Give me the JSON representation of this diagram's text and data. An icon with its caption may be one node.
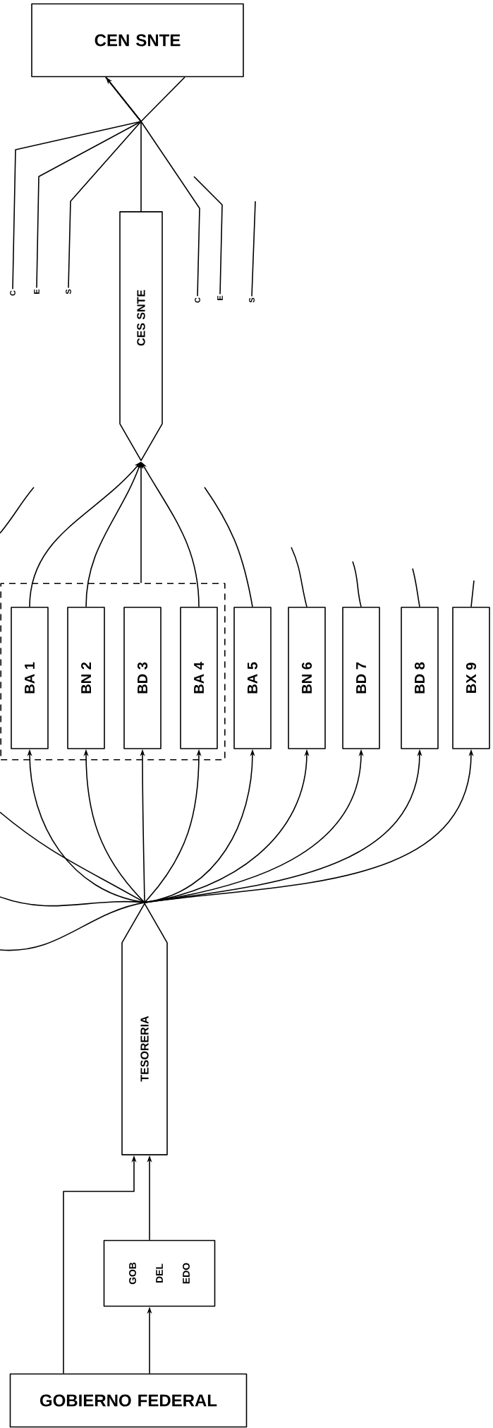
{
  "diagram": {
    "nodes": [
      {
        "text": [
          "CEN SNTE"
        ]
      },
      {
        "text": [
          "C"
        ]
      },
      {
        "text": [
          "E"
        ]
      },
      {
        "text": [
          "S"
        ]
      },
      {
        "text": [
          "C"
        ]
      },
      {
        "text": [
          "E"
        ]
      },
      {
        "text": [
          "S"
        ]
      },
      {
        "text": [
          "CES SNTE"
        ]
      },
      {
        "text": [],
        "shape": "box"
      },
      {
        "text": [
          "BA 1"
        ],
        "in": 8
      },
      {
        "text": [
          "BN 2"
        ],
        "in": 8
      },
      {
        "text": [
          "BD 3"
        ],
        "in": 8
      },
      {
        "text": [
          "BA 4"
        ],
        "in": 8
      },
      {
        "text": [
          "BA 5"
        ]
      },
      {
        "text": [
          "BN 6"
        ]
      },
      {
        "text": [
          "BD 7"
        ]
      },
      {
        "text": [
          "BD 8"
        ]
      },
      {
        "text": [
          "BX 9"
        ]
      },
      {
        "text": [
          "TESORERIA"
        ]
      },
      {
        "text": [
          "GOB DEL EDO"
        ]
      },
      {
        "text": [
          "GOBIERNO FEDERAL"
        ]
      }
    ],
    "edges": [
      {
        "from": 20,
        "to": 18,
        "arrow": "to"
      },
      {
        "from": 20,
        "to": 19,
        "arrow": "to"
      },
      {
        "from": 19,
        "to": 18,
        "arrow": "to"
      },
      {
        "from": 18,
        "to": 9,
        "arrow": "to"
      },
      {
        "from": 18,
        "to": 10,
        "arrow": "to"
      },
      {
        "from": 18,
        "to": 11,
        "arrow": "to"
      },
      {
        "from": 18,
        "to": 12,
        "arrow": "to"
      },
      {
        "from": 18,
        "to": 13,
        "arrow": "to"
      },
      {
        "from": 18,
        "to": 14,
        "arrow": "to"
      },
      {
        "from": 18,
        "to": 15,
        "arrow": "to"
      },
      {
        "from": 18,
        "to": 16,
        "arrow": "to"
      },
      {
        "from": 18,
        "to": 17,
        "arrow": "to"
      },
      {
        "from": 18,
        "to": null,
        "arrow": "none"
      },
      {
        "from": 18,
        "to": null,
        "arrow": "none"
      },
      {
        "from": 18,
        "to": null,
        "arrow": "none"
      },
      {
        "from": 9,
        "to": 7,
        "arrow": "to"
      },
      {
        "from": 10,
        "to": 7,
        "arrow": "to"
      },
      {
        "from": 8,
        "to": 7,
        "arrow": "to"
      },
      {
        "from": 12,
        "to": 7,
        "arrow": "to"
      },
      {
        "from": 13,
        "to": null,
        "arrow": "none"
      },
      {
        "from": 14,
        "to": null,
        "arrow": "none"
      },
      {
        "from": 15,
        "to": null,
        "arrow": "none"
      },
      {
        "from": 16,
        "to": null,
        "arrow": "none"
      },
      {
        "from": 17,
        "to": null,
        "arrow": "none"
      },
      {
        "from": 7,
        "to": 0,
        "arrow": "to"
      },
      {
        "from": 1,
        "to": 0,
        "arrow": "none"
      },
      {
        "from": 2,
        "to": 0,
        "arrow": "none"
      },
      {
        "from": 3,
        "to": 0,
        "arrow": "none"
      },
      {
        "from": 4,
        "to": 0,
        "arrow": "none"
      },
      {
        "from": 5,
        "to": null,
        "arrow": "none"
      },
      {
        "from": 6,
        "to": null,
        "arrow": "none"
      }
    ]
  }
}
